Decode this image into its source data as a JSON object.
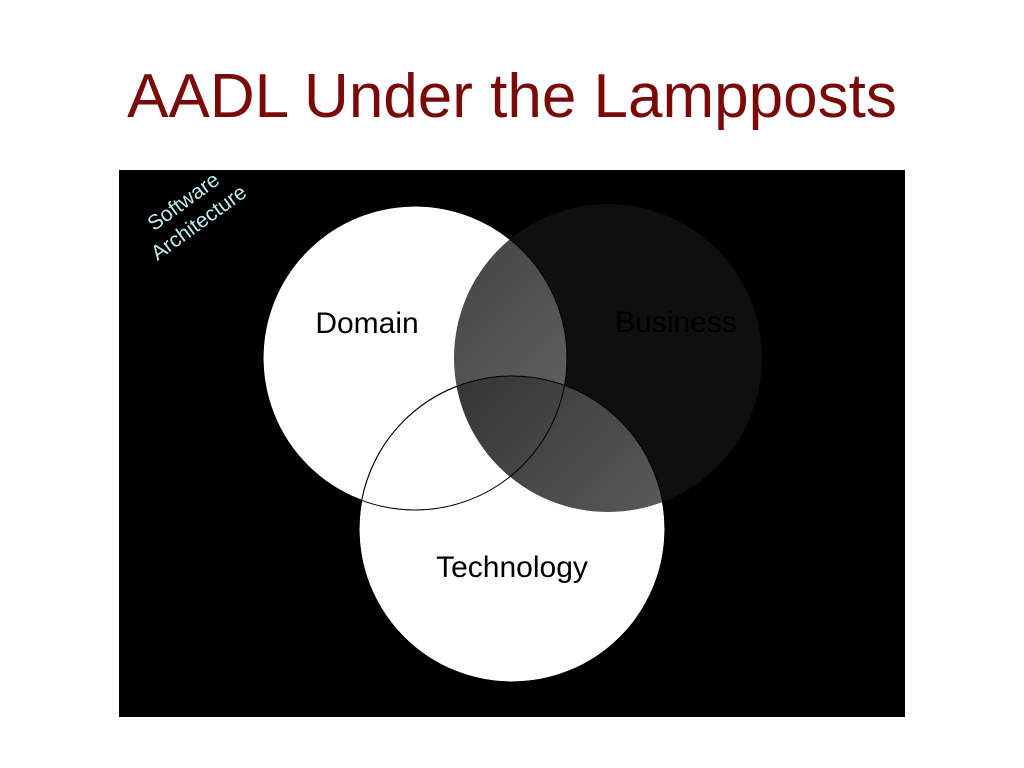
{
  "slide": {
    "title": "AADL Under the Lampposts"
  },
  "diagram": {
    "corner_label_lines": [
      "Software",
      "Architecture"
    ],
    "circles": [
      {
        "id": "domain",
        "label": "Domain",
        "fill": "#ffffff",
        "text_color": "#000000"
      },
      {
        "id": "business",
        "label": "Business",
        "fill": "#0f0f0f",
        "text_color": "#000000"
      },
      {
        "id": "technology",
        "label": "Technology",
        "fill": "#ffffff",
        "text_color": "#000000"
      }
    ],
    "colors": {
      "background": "#000000",
      "title": "#7a0a0a",
      "corner_label": "#bfeaf0",
      "overlap_light": "#6c6c6c",
      "overlap_dark": "#2a2a2a"
    }
  }
}
